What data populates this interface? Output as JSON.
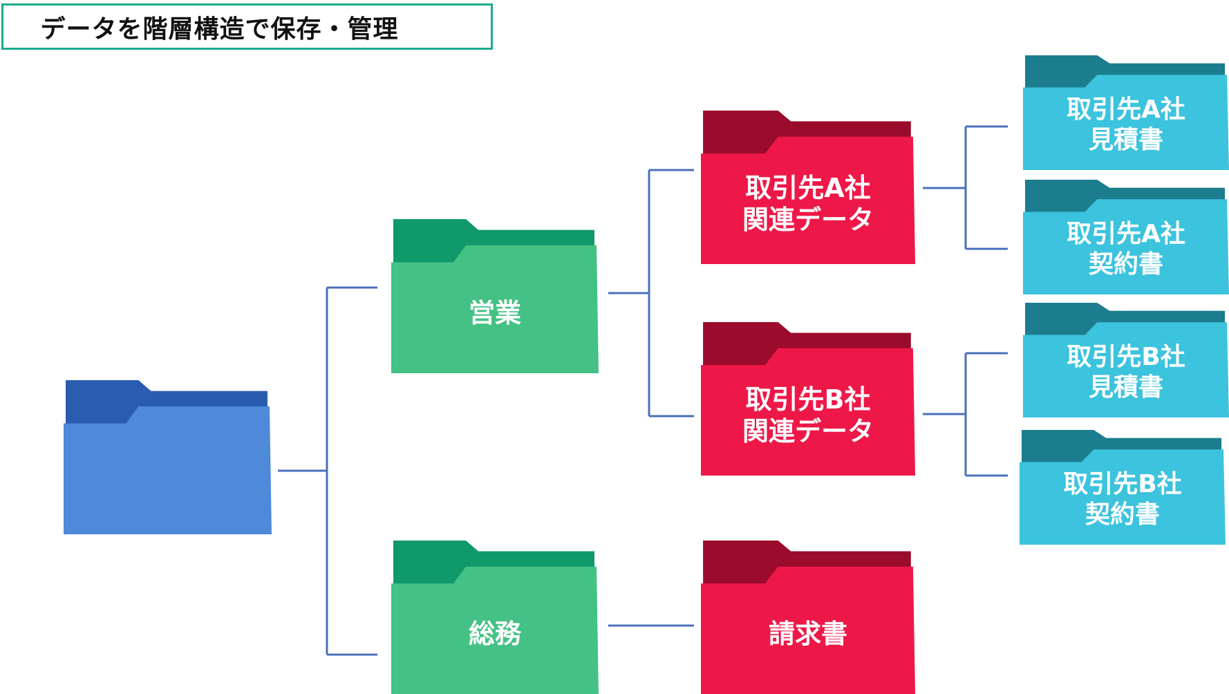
{
  "title": "データを階層構造で保存・管理",
  "colors": {
    "root": {
      "back": "#2a5db0",
      "front": "#4e8ad9"
    },
    "dept": {
      "back": "#10996b",
      "front": "#44c184"
    },
    "data": {
      "back": "#9b0b2c",
      "front": "#ee1848"
    },
    "doc": {
      "back": "#1b7d8e",
      "front": "#3cc3dd"
    },
    "line": "#4a6fbb"
  },
  "folders": {
    "root": {
      "label": ""
    },
    "eigyo": {
      "label": "営業"
    },
    "somu": {
      "label": "総務"
    },
    "a_kanren": {
      "label": "取引先A社\n関連データ"
    },
    "b_kanren": {
      "label": "取引先B社\n関連データ"
    },
    "seikyu": {
      "label": "請求書"
    },
    "a_mitsumori": {
      "label": "取引先A社\n見積書"
    },
    "a_keiyaku": {
      "label": "取引先A社\n契約書"
    },
    "b_mitsumori": {
      "label": "取引先B社\n見積書"
    },
    "b_keiyaku": {
      "label": "取引先B社\n契約書"
    }
  }
}
